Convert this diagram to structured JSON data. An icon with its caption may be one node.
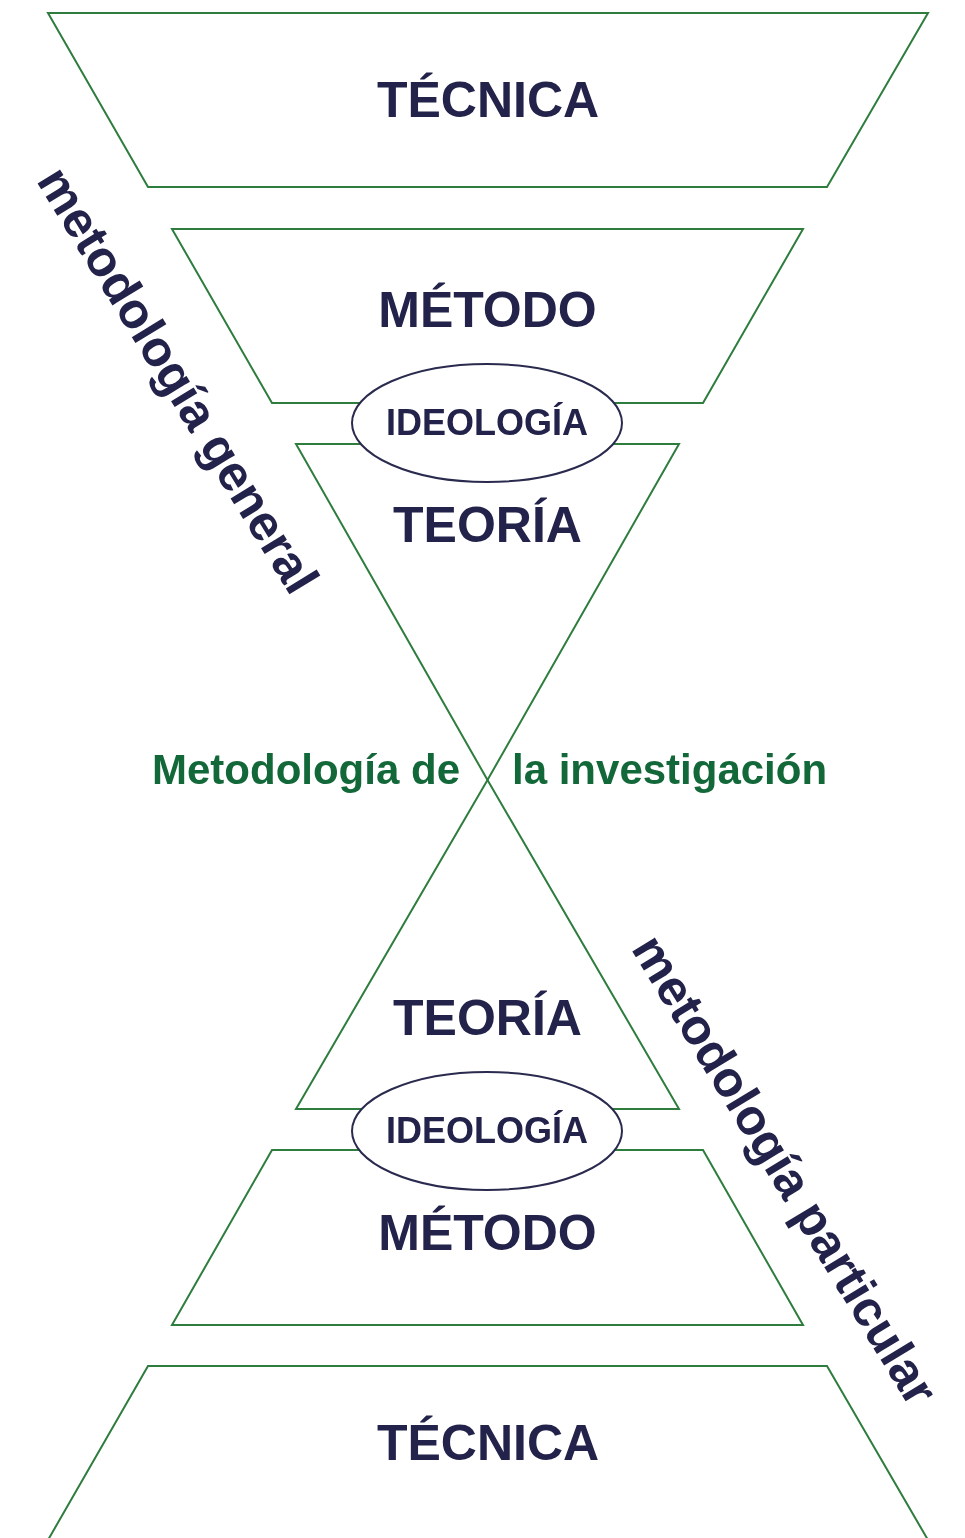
{
  "diagram": {
    "nodes": [
      {
        "text": [
          "TÉCNICA"
        ]
      },
      {
        "text": [
          "MÉTODO"
        ]
      },
      {
        "text": [
          "IDEOLOGÍA"
        ]
      },
      {
        "text": [
          "TEORÍA"
        ]
      },
      {
        "text": [
          "TEORÍA"
        ]
      },
      {
        "text": [
          "IDEOLOGÍA"
        ]
      },
      {
        "text": [
          "MÉTODO"
        ]
      },
      {
        "text": [
          "TÉCNICA"
        ]
      }
    ],
    "labels": [
      "metodología general",
      "Metodología de",
      "la investigación",
      "metodología particular"
    ]
  }
}
